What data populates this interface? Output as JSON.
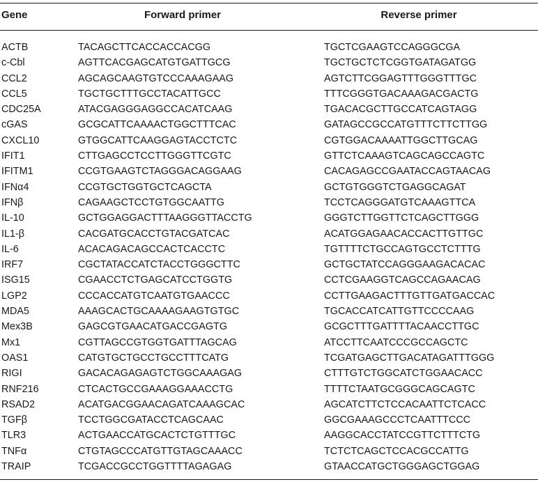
{
  "table": {
    "headers": {
      "gene": "Gene",
      "forward": "Forward primer",
      "reverse": "Reverse primer"
    },
    "rows": [
      {
        "gene": "ACTB",
        "forward": "TACAGCTTCACCACCACGG",
        "reverse": "TGCTCGAAGTCCAGGGCGA"
      },
      {
        "gene": "c-Cbl",
        "forward": "AGTTCACGAGCATGTGATTGCG",
        "reverse": "TGCTGCTCTCGGTGATAGATGG"
      },
      {
        "gene": "CCL2",
        "forward": "AGCAGCAAGTGTCCCAAAGAAG",
        "reverse": "AGTCTTCGGAGTTTGGGTTTGC"
      },
      {
        "gene": "CCL5",
        "forward": "TGCTGCTTTGCCTACATTGCC",
        "reverse": "TTTCGGGTGACAAAGACGACTG"
      },
      {
        "gene": "CDC25A",
        "forward": "ATACGAGGGAGGCCACATCAAG",
        "reverse": "TGACACGCTTGCCATCAGTAGG"
      },
      {
        "gene": "cGAS",
        "forward": "GCGCATTCAAAACTGGCTTTCAC",
        "reverse": "GATAGCCGCCATGTTTCTTCTTGG"
      },
      {
        "gene": "CXCL10",
        "forward": "GTGGCATTCAAGGAGTACCTCTC",
        "reverse": "CGTGGACAAAATTGGCTTGCAG"
      },
      {
        "gene": "IFIT1",
        "forward": "CTTGAGCCTCCTTGGGTTCGTC",
        "reverse": "GTTCTCAAAGTCAGCAGCCAGTC"
      },
      {
        "gene": "IFITM1",
        "forward": "CCGTGAAGTCTAGGGACAGGAAG",
        "reverse": "CACAGAGCCGAATACCAGTAACAG"
      },
      {
        "gene": "IFNα4",
        "forward": "CCGTGCTGGTGCTCAGCTA",
        "reverse": "GCTGTGGGTCTGAGGCAGAT"
      },
      {
        "gene": "IFNβ",
        "forward": "CAGAAGCTCCTGTGGCAATTG",
        "reverse": "TCCTCAGGGATGTCAAAGTTCA"
      },
      {
        "gene": "IL-10",
        "forward": "GCTGGAGGACTTTAAGGGTTACCTG",
        "reverse": "GGGTCTTGGTTCTCAGCTTGGG"
      },
      {
        "gene": "IL1-β",
        "forward": "CACGATGCACCTGTACGATCAC",
        "reverse": "ACATGGAGAACACCACTTGTTGC"
      },
      {
        "gene": "IL-6",
        "forward": "ACACAGACAGCCACTCACCTC",
        "reverse": "TGTTTTCTGCCAGTGCCTCTTTG"
      },
      {
        "gene": "IRF7",
        "forward": "CGCTATACCATCTACCTGGGCTTC",
        "reverse": "GCTGCTATCCAGGGAAGACACAC"
      },
      {
        "gene": "ISG15",
        "forward": "CGAACCTCTGAGCATCCTGGTG",
        "reverse": "CCTCGAAGGTCAGCCAGAACAG"
      },
      {
        "gene": "LGP2",
        "forward": "CCCACCATGTCAATGTGAACCC",
        "reverse": "CCTTGAAGACTTTGTTGATGACCAC"
      },
      {
        "gene": "MDA5",
        "forward": "AAAGCACTGCAAAAGAAGTGTGC",
        "reverse": "TGCACCATCATTGTTCCCCAAG"
      },
      {
        "gene": "Mex3B",
        "forward": "GAGCGTGAACATGACCGAGTG",
        "reverse": "GCGCTTTGATTTTACAACCTTGC"
      },
      {
        "gene": "Mx1",
        "forward": "CGTTAGCCGTGGTGATTTAGCAG",
        "reverse": "ATCCTTCAATCCCGCCAGCTC"
      },
      {
        "gene": "OAS1",
        "forward": "CATGTGCTGCCTGCCTTTCATG",
        "reverse": "TCGATGAGCTTGACATAGATTTGGG"
      },
      {
        "gene": "RIGI",
        "forward": "GACACAGAGAGTCTGGCAAAGAG",
        "reverse": "CTTTGTCTGGCATCTGGAACACC"
      },
      {
        "gene": "RNF216",
        "forward": "CTCACTGCCGAAAGGAAACCTG",
        "reverse": "TTTTCTAATGCGGGCAGCAGTC"
      },
      {
        "gene": "RSAD2",
        "forward": "ACATGACGGAACAGATCAAAGCAC",
        "reverse": "AGCATCTTCTCCACAATTCTCACC"
      },
      {
        "gene": "TGFβ",
        "forward": "TCCTGGCGATACCTCAGCAAC",
        "reverse": "GGCGAAAGCCCTCAATTTCCC"
      },
      {
        "gene": "TLR3",
        "forward": "ACTGAACCATGCACTCTGTTTGC",
        "reverse": "AAGGCACCTATCCGTTCTTTCTG"
      },
      {
        "gene": "TNFα",
        "forward": "CTGTAGCCCATGTTGTAGCAAACC",
        "reverse": "TCTCTCAGCTCCACGCCATTG"
      },
      {
        "gene": "TRAIP",
        "forward": "TCGACCGCCTGGTTTTAGAGAG",
        "reverse": "GTAACCATGCTGGGAGCTGGAG"
      }
    ]
  }
}
